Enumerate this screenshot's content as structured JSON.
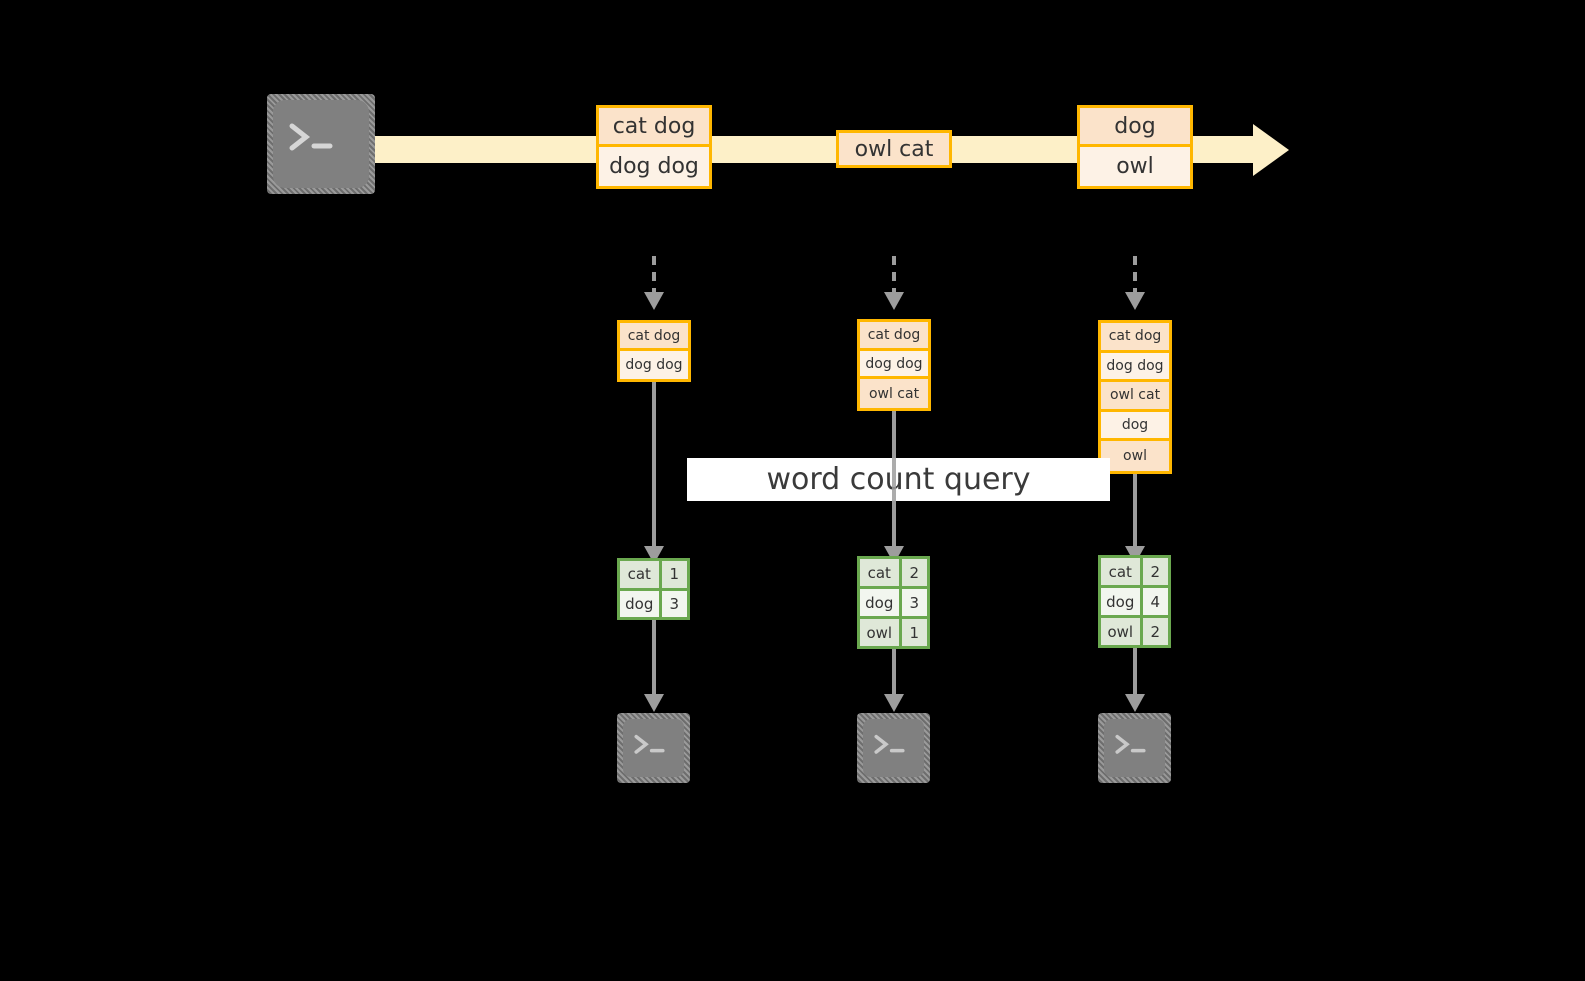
{
  "diagram": {
    "title_label": "word count query",
    "colors": {
      "stream_fill": "#fdf0c8",
      "box_border": "#ffb700",
      "box_fill": "#fdf2e6",
      "box_fill_alt": "#fbe3ca",
      "table_border": "#6aa84f",
      "table_fill": "#f2f6ef",
      "table_fill_alt": "#dfe8d8",
      "arrow_gray": "#9d9d9d",
      "terminal_gray": "#808080",
      "background": "#000000"
    },
    "source": {
      "icon": "terminal-icon",
      "label": ""
    },
    "sinks": [
      {
        "icon": "terminal-icon"
      },
      {
        "icon": "terminal-icon"
      },
      {
        "icon": "terminal-icon"
      }
    ],
    "stream_events": [
      {
        "lines": [
          "cat dog",
          "dog dog"
        ]
      },
      {
        "lines": [
          "owl cat"
        ]
      },
      {
        "lines": [
          "dog",
          "owl"
        ]
      }
    ],
    "table_snapshots": [
      {
        "rows": [
          "cat dog",
          "dog dog"
        ]
      },
      {
        "rows": [
          "cat dog",
          "dog dog",
          "owl cat"
        ]
      },
      {
        "rows": [
          "cat dog",
          "dog dog",
          "owl cat",
          "dog",
          "owl"
        ]
      }
    ],
    "result_tables": [
      {
        "rows": [
          {
            "word": "cat",
            "count": "1"
          },
          {
            "word": "dog",
            "count": "3"
          }
        ]
      },
      {
        "rows": [
          {
            "word": "cat",
            "count": "2"
          },
          {
            "word": "dog",
            "count": "3"
          },
          {
            "word": "owl",
            "count": "1"
          }
        ]
      },
      {
        "rows": [
          {
            "word": "cat",
            "count": "2"
          },
          {
            "word": "dog",
            "count": "4"
          },
          {
            "word": "owl",
            "count": "2"
          }
        ]
      }
    ]
  }
}
